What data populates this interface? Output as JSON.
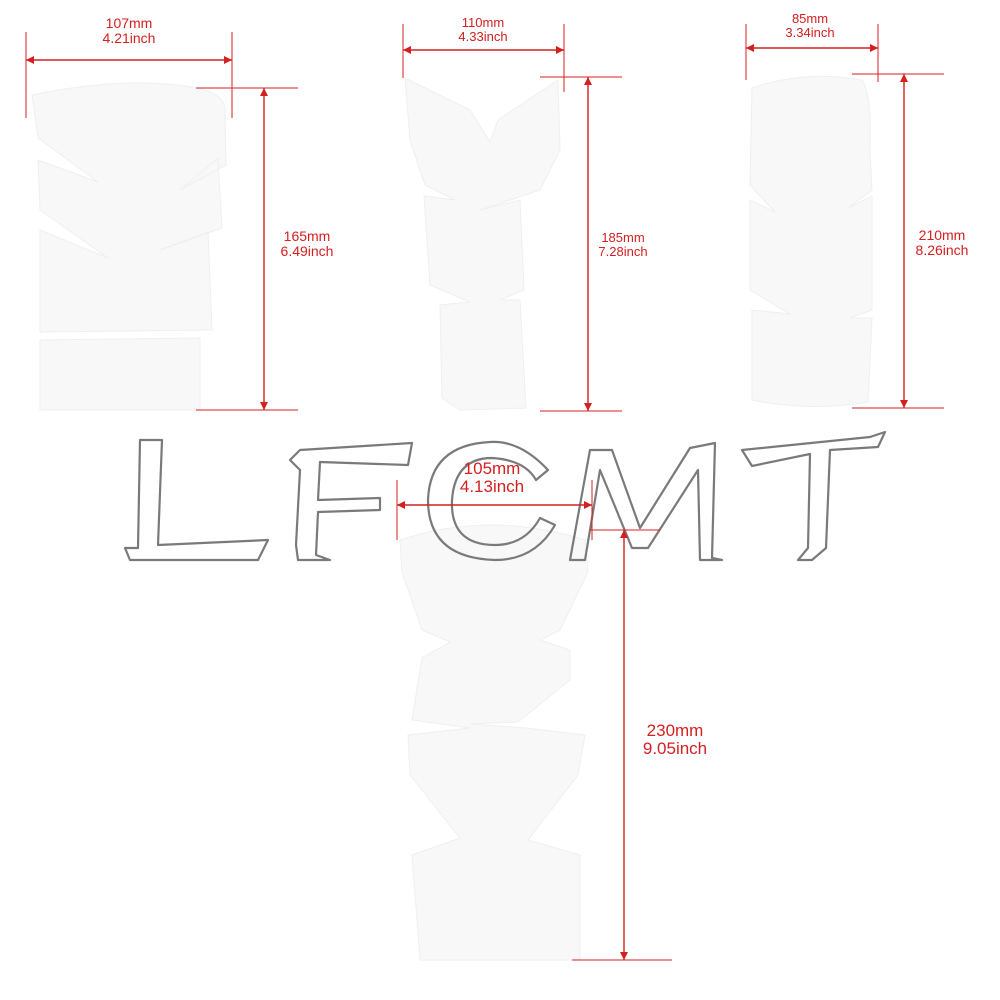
{
  "colors": {
    "dimension": "#d42020",
    "pad_fill": "#f8f8f8",
    "logo_outline": "#7a7a7a",
    "background": "#ffffff"
  },
  "watermark": {
    "text": "LFCMT"
  },
  "pads": [
    {
      "id": "pad-1",
      "width": {
        "mm": "107mm",
        "inch": "4.21inch"
      },
      "height": {
        "mm": "165mm",
        "inch": "6.49inch"
      }
    },
    {
      "id": "pad-2",
      "width": {
        "mm": "110mm",
        "inch": "4.33inch"
      },
      "height": {
        "mm": "185mm",
        "inch": "7.28inch"
      }
    },
    {
      "id": "pad-3",
      "width": {
        "mm": "85mm",
        "inch": "3.34inch"
      },
      "height": {
        "mm": "210mm",
        "inch": "8.26inch"
      }
    },
    {
      "id": "pad-4",
      "width": {
        "mm": "105mm",
        "inch": "4.13inch"
      },
      "height": {
        "mm": "230mm",
        "inch": "9.05inch"
      }
    }
  ]
}
